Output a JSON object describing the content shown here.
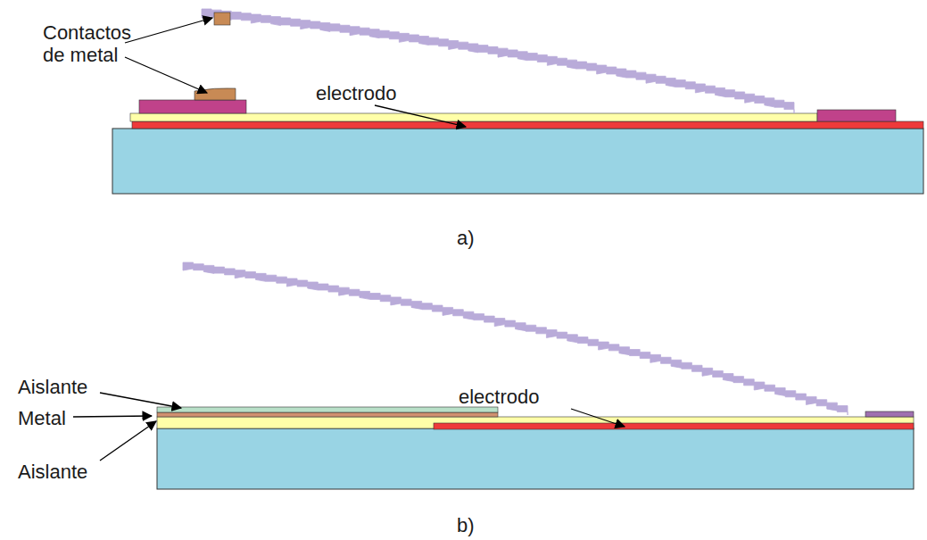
{
  "diagram": {
    "labels": [
      "Contactos de metal",
      "electrodo",
      "a)",
      "Aislante",
      "electrodo",
      "Metal",
      "Aislante",
      "b)"
    ]
  }
}
